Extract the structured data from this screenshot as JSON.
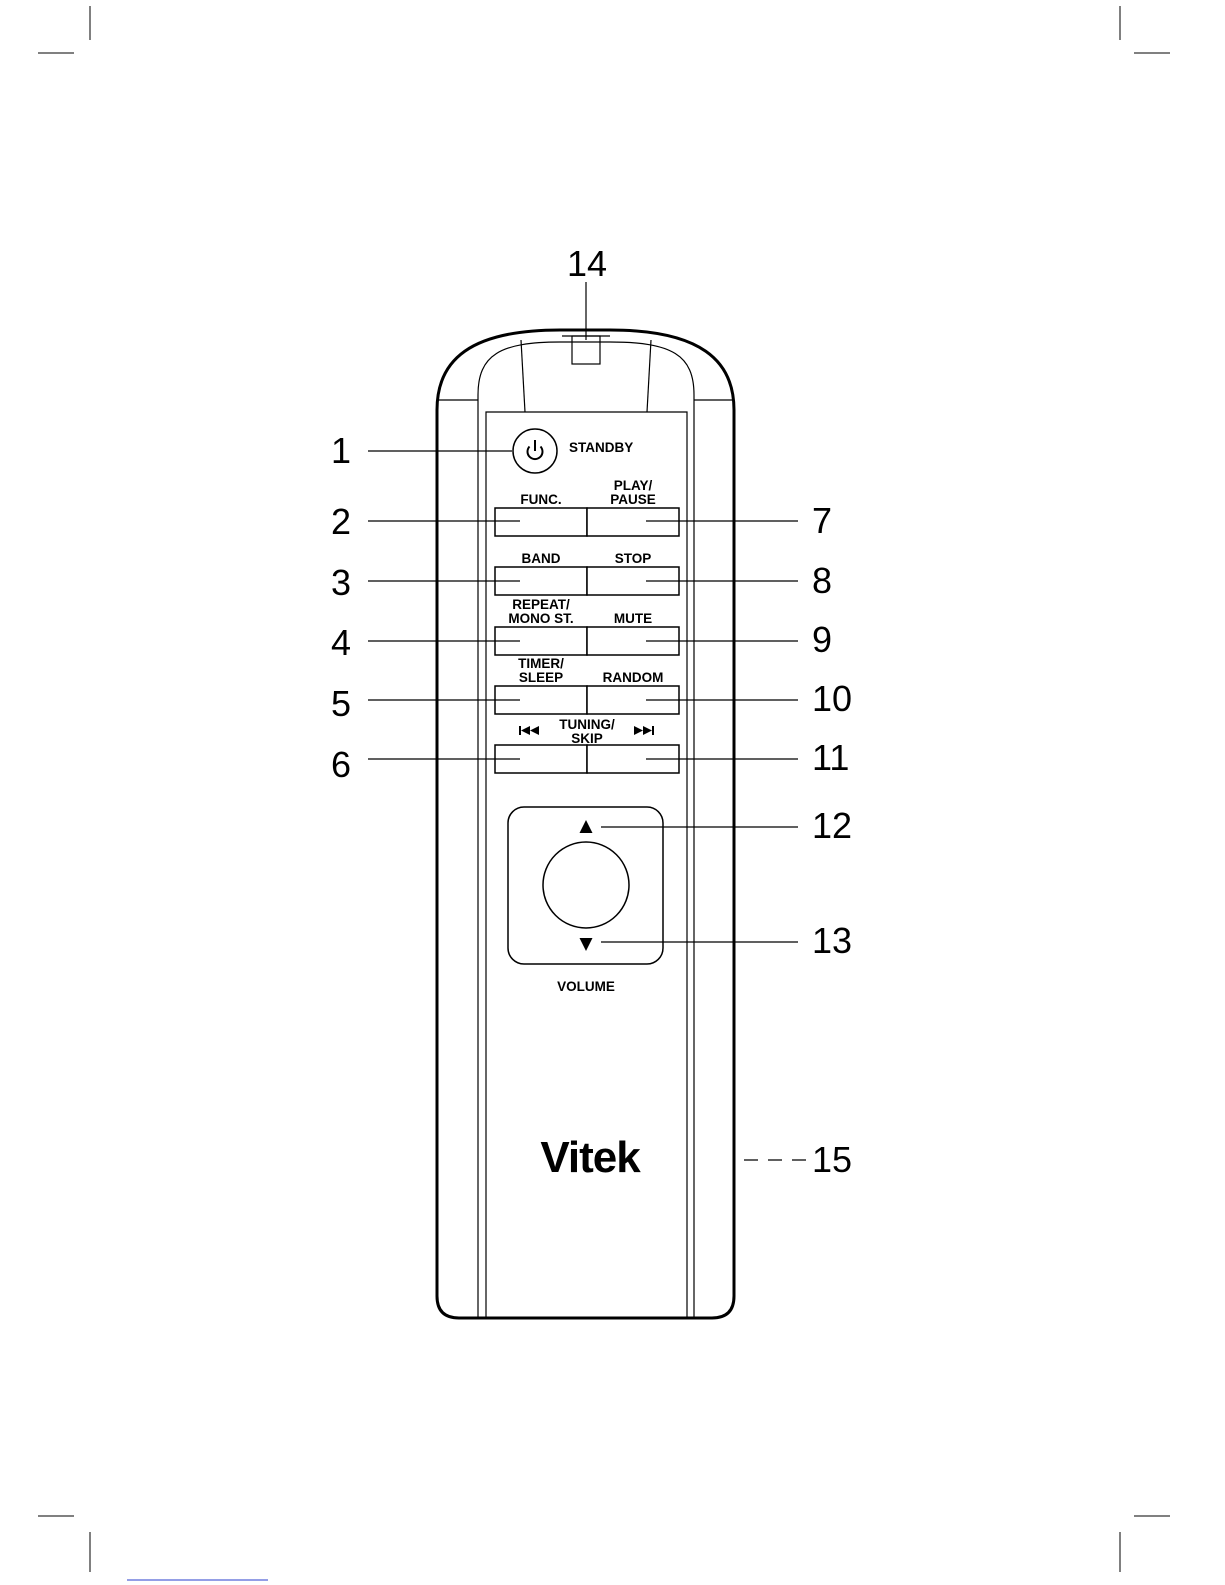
{
  "device": {
    "brand": "Vitek",
    "standby_label": "STANDBY",
    "volume_label": "VOLUME",
    "tuning_skip_label": [
      "TUNING/",
      "SKIP"
    ],
    "colors": {
      "ink": "#000000",
      "paper": "#ffffff",
      "footer_rule": "#2a3ccc"
    }
  },
  "buttons": [
    {
      "id": "func",
      "label": [
        "FUNC."
      ],
      "icon": ""
    },
    {
      "id": "play-pause",
      "label": [
        "PLAY/",
        "PAUSE"
      ],
      "icon": ""
    },
    {
      "id": "band",
      "label": [
        "BAND"
      ],
      "icon": ""
    },
    {
      "id": "stop",
      "label": [
        "STOP"
      ],
      "icon": ""
    },
    {
      "id": "repeat-mono",
      "label": [
        "REPEAT/",
        "MONO ST."
      ],
      "icon": ""
    },
    {
      "id": "mute",
      "label": [
        "MUTE"
      ],
      "icon": ""
    },
    {
      "id": "timer-sleep",
      "label": [
        "TIMER/",
        "SLEEP"
      ],
      "icon": ""
    },
    {
      "id": "random",
      "label": [
        "RANDOM"
      ],
      "icon": ""
    },
    {
      "id": "skip-back",
      "label": [],
      "icon": "skip-back-icon"
    },
    {
      "id": "skip-forward",
      "label": [],
      "icon": "skip-forward-icon"
    }
  ],
  "volume_icons": {
    "up": "triangle-up-icon",
    "down": "triangle-down-icon"
  },
  "callouts": [
    "1",
    "2",
    "3",
    "4",
    "5",
    "6",
    "7",
    "8",
    "9",
    "10",
    "11",
    "12",
    "13",
    "14",
    "15"
  ]
}
